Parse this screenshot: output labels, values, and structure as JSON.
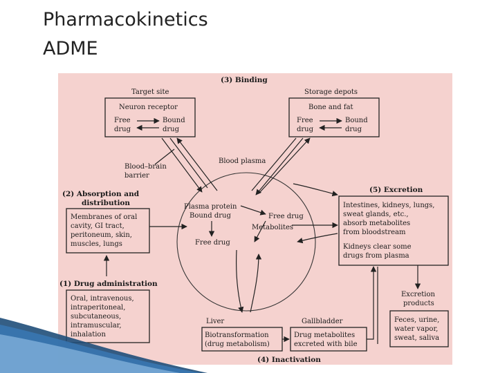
{
  "slide": {
    "title_line1": "Pharmacokinetics",
    "title_line2": "ADME"
  },
  "diagram": {
    "binding": {
      "heading": "(3) Binding"
    },
    "target_site": {
      "label": "Target site",
      "box_title": "Neuron receptor",
      "free_1": "Free",
      "free_2": "drug",
      "bound_1": "Bound",
      "bound_2": "drug"
    },
    "storage": {
      "label": "Storage depots",
      "box_title": "Bone and fat",
      "free_1": "Free",
      "free_2": "drug",
      "bound_1": "Bound",
      "bound_2": "drug"
    },
    "bbb": {
      "line1": "Blood–brain",
      "line2": "barrier"
    },
    "blood_plasma": "Blood plasma",
    "absorption": {
      "heading1": "(2) Absorption and",
      "heading2": "distribution",
      "lines": [
        "Membranes of oral",
        "cavity, GI tract,",
        "peritoneum, skin,",
        "muscles, lungs"
      ]
    },
    "administration": {
      "heading": "(1) Drug administration",
      "lines": [
        "Oral, intravenous,",
        "intraperitoneal,",
        "subcutaneous,",
        "intramuscular,",
        "inhalation"
      ]
    },
    "plasma": {
      "protein1": "Plasma protein",
      "protein2": "Bound drug",
      "free_drug": "Free drug",
      "free_drug2": "Free drug",
      "metabolites": "Metabolites"
    },
    "excretion": {
      "heading": "(5) Excretion",
      "lines": [
        "Intestines, kidneys, lungs,",
        "sweat glands, etc.,",
        "absorb metabolites",
        "from bloodstream"
      ],
      "kidney_lines": [
        "Kidneys clear some",
        "drugs from plasma"
      ],
      "products1": "Excretion",
      "products2": "products",
      "feces_lines": [
        "Feces, urine,",
        "water vapor,",
        "sweat, saliva"
      ]
    },
    "liver": {
      "label": "Liver",
      "lines": [
        "Biotransformation",
        "(drug metabolism)"
      ]
    },
    "gallbladder": {
      "label": "Gallbladder",
      "lines": [
        "Drug metabolites",
        "excreted with bile"
      ]
    },
    "inactivation": "(4) Inactivation"
  }
}
